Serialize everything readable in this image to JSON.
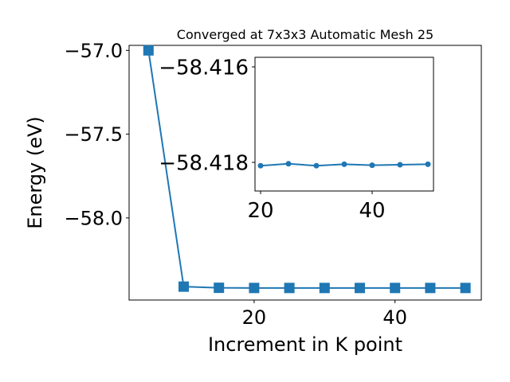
{
  "chart_data": [
    {
      "type": "line",
      "title": "Converged at 7x3x3 Automatic Mesh 25",
      "xlabel": "Increment in K point",
      "ylabel": "Energy (eV)",
      "xlim": [
        2.25,
        52.25
      ],
      "ylim": [
        -58.49,
        -56.97
      ],
      "xticks": [
        20,
        40
      ],
      "yticks": [
        -57.0,
        -57.5,
        -58.0
      ],
      "ytick_labels": [
        "−57.0",
        "−57.5",
        "−58.0"
      ],
      "grid": false,
      "marker": "square",
      "color": "#1f77b4",
      "series": [
        {
          "x": [
            5,
            10,
            15,
            20,
            25,
            30,
            35,
            40,
            45,
            50
          ],
          "y": [
            -57.0,
            -58.41,
            -58.417,
            -58.418,
            -58.418,
            -58.418,
            -58.418,
            -58.418,
            -58.418,
            -58.418
          ]
        }
      ]
    },
    {
      "type": "line",
      "role": "inset",
      "xlim": [
        19,
        51
      ],
      "ylim": [
        -58.4186,
        -58.4158
      ],
      "xticks": [
        20,
        40
      ],
      "yticks": [
        -58.418,
        -58.416
      ],
      "ytick_labels": [
        "−58.418",
        "−58.416"
      ],
      "grid": false,
      "marker": "circle",
      "color": "#1f77b4",
      "series": [
        {
          "x": [
            20,
            25,
            30,
            35,
            40,
            45,
            50
          ],
          "y": [
            -58.41807,
            -58.41803,
            -58.41807,
            -58.41804,
            -58.41806,
            -58.41805,
            -58.41804
          ]
        }
      ]
    }
  ]
}
